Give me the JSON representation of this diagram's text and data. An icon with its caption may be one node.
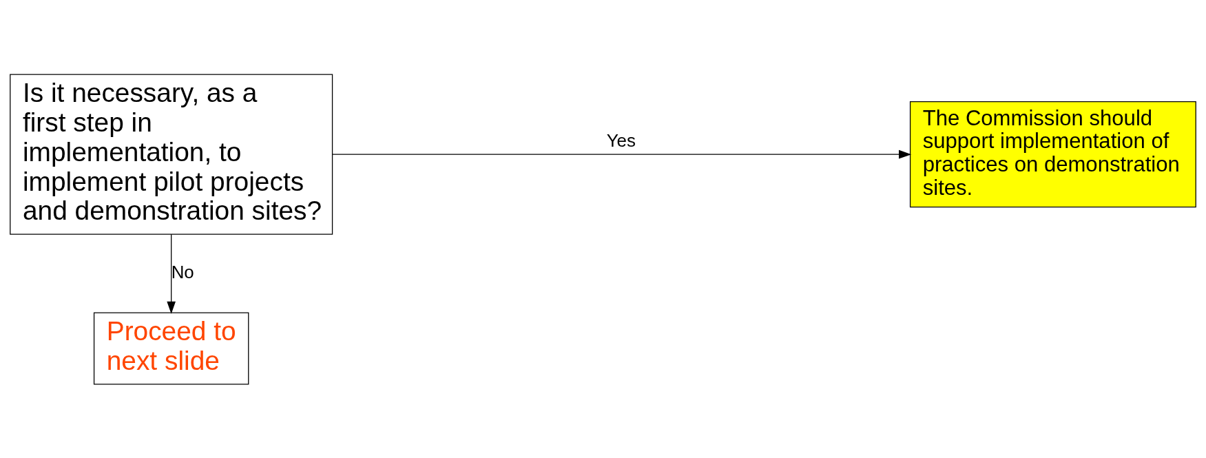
{
  "diagram": {
    "nodes": [
      {
        "text": [
          "Is it necessary, as a first step in implementation, to implement pilot projects and demonstration sites?"
        ]
      },
      {
        "text": [
          "The Commission should support implementation of practices on demonstration sites."
        ]
      },
      {
        "text": [
          "Proceed to next slide"
        ]
      }
    ],
    "edges": [
      {
        "from": 0,
        "to": 1,
        "arrow": "to",
        "label": "Yes"
      },
      {
        "from": 0,
        "to": 2,
        "arrow": "to",
        "label": "No"
      }
    ]
  }
}
